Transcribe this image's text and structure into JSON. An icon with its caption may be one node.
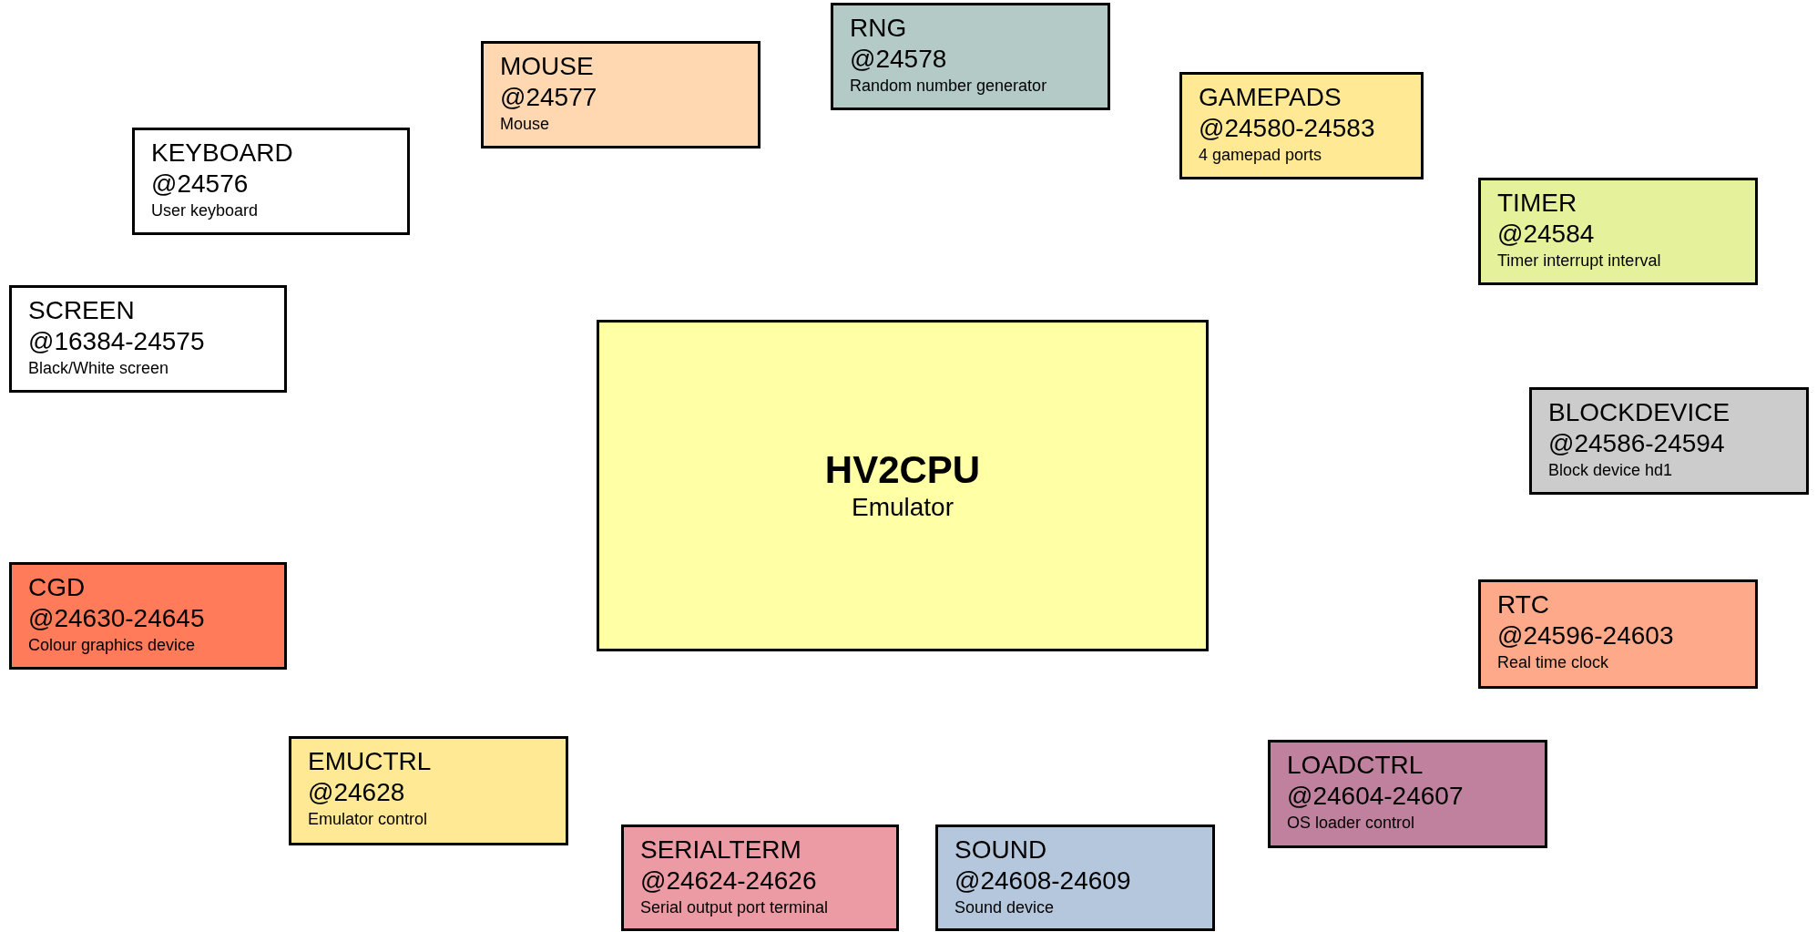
{
  "diagram": {
    "nodes": [
      {
        "text": [
          "RNG",
          "@24578",
          "Random number generator"
        ]
      },
      {
        "text": [
          "MOUSE",
          "@24577",
          "Mouse"
        ]
      },
      {
        "text": [
          "GAMEPADS",
          "@24580-24583",
          "4 gamepad ports"
        ]
      },
      {
        "text": [
          "KEYBOARD",
          "@24576",
          "User keyboard"
        ]
      },
      {
        "text": [
          "TIMER",
          "@24584",
          "Timer interrupt interval"
        ]
      },
      {
        "text": [
          "SCREEN",
          "@16384-24575",
          "Black/White screen"
        ]
      },
      {
        "text": [
          "HV2CPU",
          "Emulator"
        ]
      },
      {
        "text": [
          "BLOCKDEVICE",
          "@24586-24594",
          "Block device hd1"
        ]
      },
      {
        "text": [
          "CGD",
          "@24630-24645",
          "Colour graphics device"
        ]
      },
      {
        "text": [
          "RTC",
          "@24596-24603",
          "Real time clock"
        ]
      },
      {
        "text": [
          "EMUCTRL",
          "@24628",
          "Emulator control"
        ]
      },
      {
        "text": [
          "LOADCTRL",
          "@24604-24607",
          "OS loader control"
        ]
      },
      {
        "text": [
          "SERIALTERM",
          "@24624-24626",
          "Serial output port terminal"
        ]
      },
      {
        "text": [
          "SOUND",
          "@24608-24609",
          "Sound device"
        ]
      }
    ]
  }
}
